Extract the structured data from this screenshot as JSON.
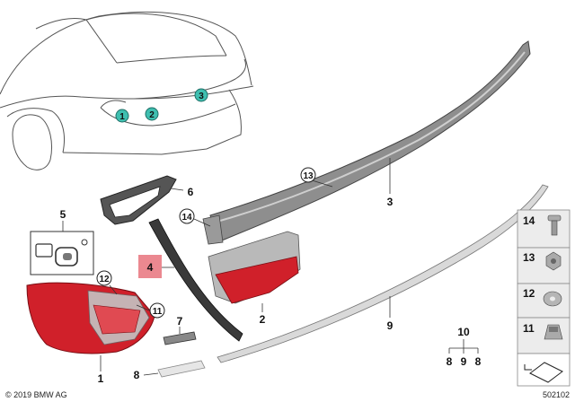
{
  "vehicle_markers": [
    "1",
    "2",
    "3"
  ],
  "parts": [
    {
      "number": "1"
    },
    {
      "number": "2"
    },
    {
      "number": "3"
    },
    {
      "number": "4"
    },
    {
      "number": "5"
    },
    {
      "number": "6"
    },
    {
      "number": "7"
    },
    {
      "number": "8"
    },
    {
      "number": "9"
    },
    {
      "number": "10"
    },
    {
      "number": "11"
    },
    {
      "number": "12"
    },
    {
      "number": "13"
    },
    {
      "number": "14"
    }
  ],
  "group_10_breakdown": [
    "8",
    "9",
    "8"
  ],
  "hardware_legend": [
    "14",
    "13",
    "12",
    "11"
  ],
  "copyright": "© 2019 BMW AG",
  "diagram_number": "502102",
  "colors": {
    "marker_teal": "#3fbfb0",
    "lamp_red": "#d0202a",
    "highlight_box": "#e8737c",
    "part_gray": "#9a9a9a",
    "legend_bg": "#e8e8e8"
  }
}
